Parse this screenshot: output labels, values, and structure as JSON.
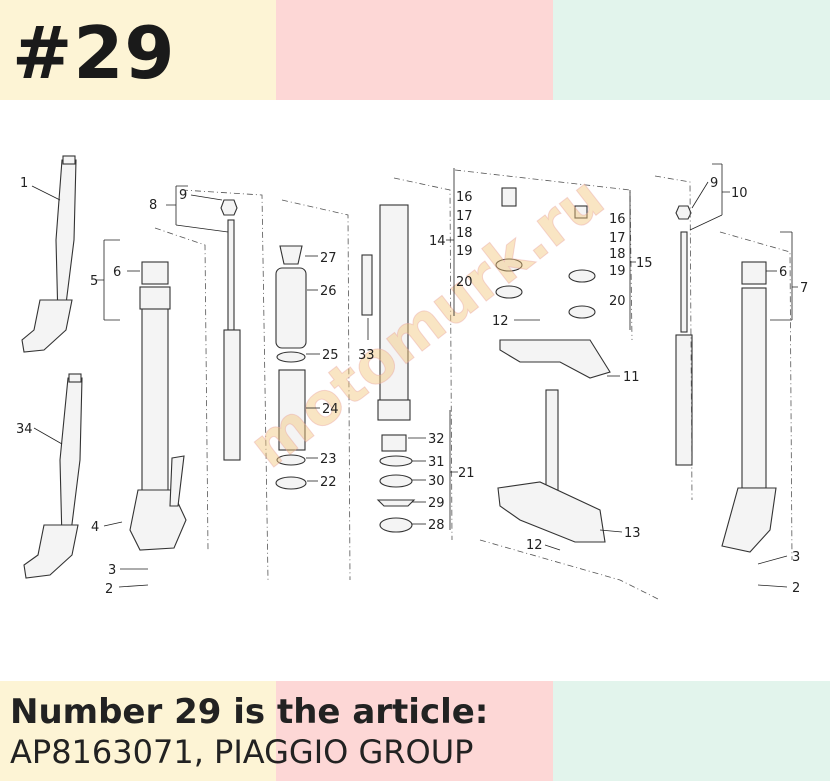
{
  "header": {
    "part_number": "#29"
  },
  "caption": {
    "line1": "Number 29 is the article:",
    "line2": "AP8163071, PIAGGIO GROUP"
  },
  "watermark": "motomurk.ru",
  "colors": {
    "band_yellow": "#fdf4d5",
    "band_pink": "#fdd7d6",
    "band_mint": "#e2f4ec"
  },
  "callouts": {
    "c1": "1",
    "c34": "34",
    "c5": "5",
    "c6l": "6",
    "c4": "4",
    "c3l": "3",
    "c2l": "2",
    "c8": "8",
    "c9l": "9",
    "c27": "27",
    "c26": "26",
    "c25": "25",
    "c24": "24",
    "c23": "23",
    "c22": "22",
    "c33": "33",
    "c32": "32",
    "c31": "31",
    "c30": "30",
    "c29": "29",
    "c28": "28",
    "c21": "21",
    "c16a": "16",
    "c17a": "17",
    "c18a": "18",
    "c19a": "19",
    "c20a": "20",
    "c14": "14",
    "c16b": "16",
    "c17b": "17",
    "c18b": "18",
    "c19b": "19",
    "c20b": "20",
    "c15": "15",
    "c12a": "12",
    "c11": "11",
    "c12b": "12",
    "c13": "13",
    "c9r": "9",
    "c10": "10",
    "c6r": "6",
    "c7": "7",
    "c3r": "3",
    "c2r": "2"
  }
}
